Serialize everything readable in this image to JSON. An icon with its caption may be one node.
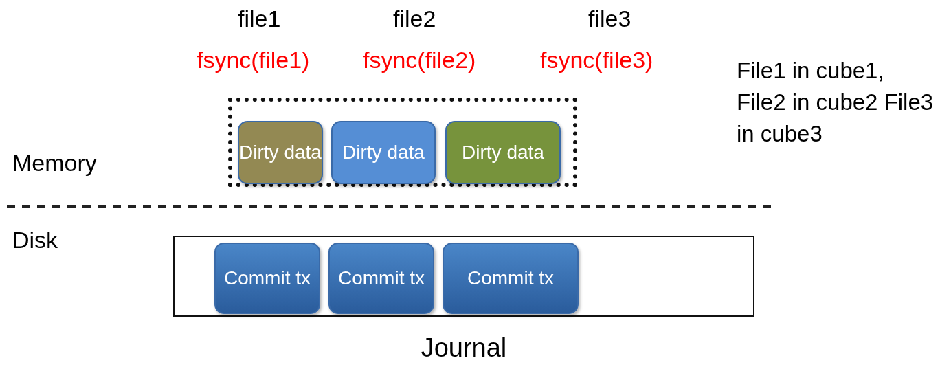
{
  "diagram": {
    "nodes": [
      {
        "text": [],
        "shape": "box"
      },
      {
        "text": [
          "Dirty data"
        ],
        "in": 0
      },
      {
        "text": [
          "Dirty data"
        ],
        "in": 0
      },
      {
        "text": [
          "Dirty data"
        ],
        "in": 0
      },
      {
        "text": [
          "Journal"
        ]
      },
      {
        "text": [
          "Commit tx"
        ],
        "in": 4
      },
      {
        "text": [
          "Commit tx"
        ],
        "in": 4
      },
      {
        "text": [
          "Commit tx"
        ],
        "in": 4
      }
    ],
    "edges": [],
    "labels": [
      "file1",
      "file2",
      "file3",
      "fsync(file1)",
      "fsync(file2)",
      "fsync(file3)",
      "File1 in cube1, File2 in cube2 File3 in cube3",
      "Memory",
      "Disk"
    ]
  }
}
